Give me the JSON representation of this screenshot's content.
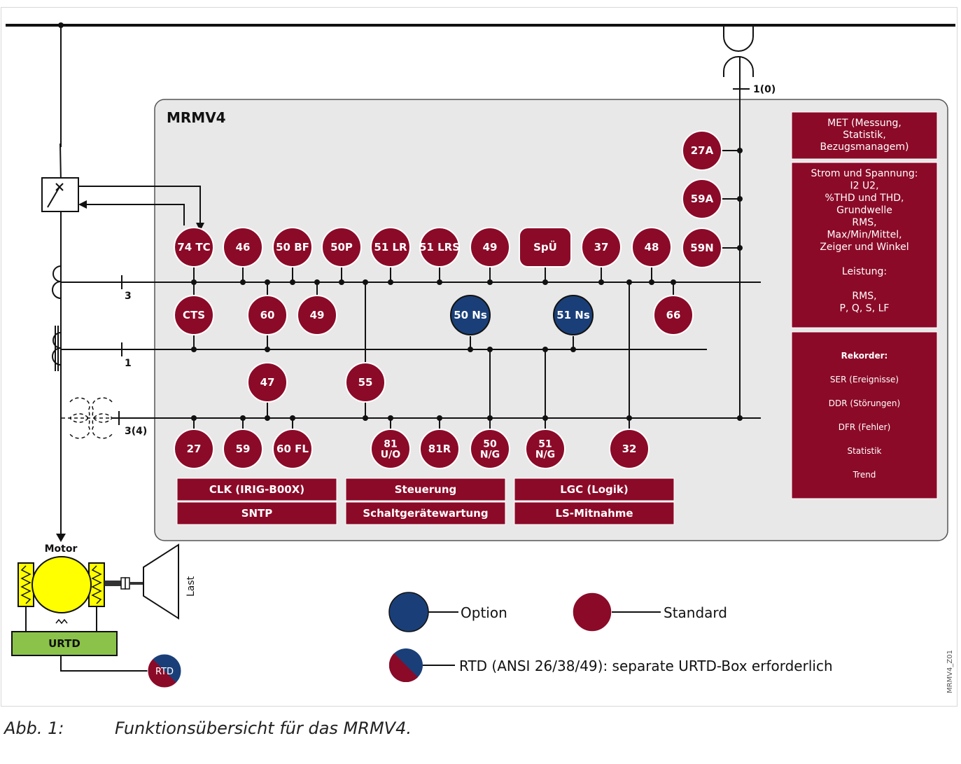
{
  "device": {
    "name": "MRMV4"
  },
  "ct_top_label": "1(0)",
  "ct_labels": {
    "phase": "3",
    "ground": "1",
    "vt": "3(4)"
  },
  "motor": {
    "label": "Motor",
    "load": "Last",
    "urtd": "URTD",
    "rtd": "RTD"
  },
  "functions": {
    "row1": [
      "74 TC",
      "46",
      "50 BF",
      "50P",
      "51 LR",
      "51 LRS",
      "49",
      "SpÜ",
      "37",
      "48"
    ],
    "row2": [
      "CTS",
      "60",
      "49",
      "50 Ns",
      "51 Ns",
      "66"
    ],
    "row3": [
      "47",
      "55"
    ],
    "row4": [
      "27",
      "59",
      "60 FL",
      "81\nU/O",
      "81R",
      "50\nN/G",
      "51\nN/G",
      "32"
    ],
    "right": [
      "27A",
      "59A",
      "59N"
    ]
  },
  "option_functions": [
    "50 Ns",
    "51 Ns"
  ],
  "bars": [
    {
      "top": "CLK (IRIG-B00X)",
      "bottom": "SNTP"
    },
    {
      "top": "Steuerung",
      "bottom": "Schaltgerätewartung"
    },
    {
      "top": "LGC (Logik)",
      "bottom": "LS-Mitnahme"
    }
  ],
  "side_panel": {
    "met": [
      "MET (Messung,",
      "Statistik,",
      "Bezugsmanagem)"
    ],
    "measure": [
      "Strom und Spannung:",
      "I2 U2,",
      "%THD und THD,",
      "Grundwelle",
      "RMS,",
      "Max/Min/Mittel,",
      "Zeiger und Winkel",
      "",
      "Leistung:",
      "",
      "RMS,",
      "P, Q, S, LF"
    ],
    "recorder_title": "Rekorder:",
    "recorders": [
      "SER (Ereignisse)",
      "DDR (Störungen)",
      "DFR (Fehler)",
      "Statistik",
      "Trend"
    ]
  },
  "legend": {
    "option": "Option",
    "standard": "Standard",
    "rtd": "RTD (ANSI 26/38/49): separate URTD-Box erforderlich"
  },
  "figure_id": "MRMV4_Z01",
  "caption": {
    "number": "Abb. 1:",
    "text": "Funktionsübersicht für das MRMV4."
  },
  "colors": {
    "standard": "#8b0a28",
    "option": "#1a3f78",
    "panel": "#e8e8e8",
    "urtd": "#8bc34a",
    "motor": "#ffff00"
  }
}
